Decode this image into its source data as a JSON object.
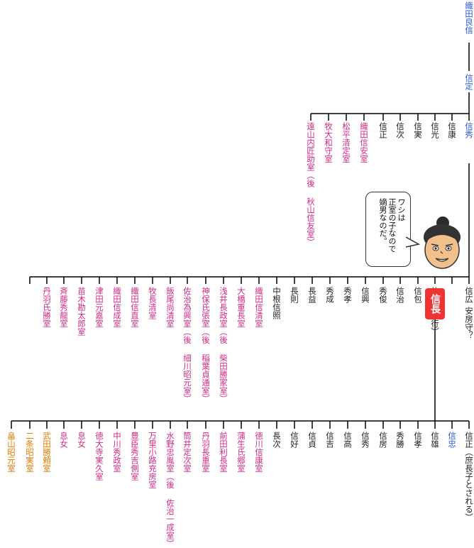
{
  "top_line": [
    {
      "id": "nagatoshi",
      "text": "織田良信",
      "color": "blue"
    },
    {
      "id": "nobusada",
      "text": "信定",
      "color": "blue"
    }
  ],
  "gen_nobuhide_siblings": [
    {
      "text": "信秀",
      "color": "blue"
    },
    {
      "text": "信康",
      "color": "black"
    },
    {
      "text": "信光",
      "color": "black"
    },
    {
      "text": "信実",
      "color": "black"
    },
    {
      "text": "信次",
      "color": "black"
    },
    {
      "text": "信正",
      "color": "black"
    },
    {
      "text": "織田信安室",
      "color": "pink"
    },
    {
      "text": "松平清定室",
      "color": "pink"
    },
    {
      "text": "牧大和守室",
      "color": "pink"
    },
    {
      "text": "遠山内匠助室（後 秋山信友室）",
      "color": "pink"
    }
  ],
  "gen_nobunaga_siblings": [
    {
      "text": "信広",
      "color": "black"
    },
    {
      "text": "安房守？",
      "color": "black"
    },
    {
      "text": "信長",
      "color": "highlight"
    },
    {
      "text": "信勝（信行）",
      "color": "black"
    },
    {
      "text": "信包",
      "color": "black"
    },
    {
      "text": "信治",
      "color": "black"
    },
    {
      "text": "秀俊",
      "color": "black"
    },
    {
      "text": "信興",
      "color": "black"
    },
    {
      "text": "秀孝",
      "color": "black"
    },
    {
      "text": "秀成",
      "color": "black"
    },
    {
      "text": "長益",
      "color": "black"
    },
    {
      "text": "長則",
      "color": "black"
    },
    {
      "text": "中根信照",
      "color": "black"
    },
    {
      "text": "織田信清室",
      "color": "pink"
    },
    {
      "text": "大橋重長室",
      "color": "pink"
    },
    {
      "text": "浅井長政室（後 柴田勝家室）",
      "color": "pink"
    },
    {
      "text": "神保氏張室（後 稲葉貞通室）",
      "color": "pink"
    },
    {
      "text": "佐治為興室（後 細川昭元室）",
      "color": "pink"
    },
    {
      "text": "飯尾尚清室",
      "color": "pink"
    },
    {
      "text": "牧長清室",
      "color": "pink"
    },
    {
      "text": "織田信直室",
      "color": "pink"
    },
    {
      "text": "織田信成室",
      "color": "pink"
    },
    {
      "text": "津田元嘉室",
      "color": "pink"
    },
    {
      "text": "苗木勘太郎室",
      "color": "pink"
    },
    {
      "text": "斉藤秀龍室",
      "color": "pink"
    },
    {
      "text": "丹羽氏勝室",
      "color": "pink"
    }
  ],
  "gen_nobunaga_children": [
    {
      "text": "信正（庶長子とされる）",
      "color": "black"
    },
    {
      "text": "信忠",
      "color": "blue"
    },
    {
      "text": "信雄",
      "color": "black"
    },
    {
      "text": "信孝",
      "color": "black"
    },
    {
      "text": "秀勝",
      "color": "black"
    },
    {
      "text": "信房",
      "color": "black"
    },
    {
      "text": "信秀",
      "color": "black"
    },
    {
      "text": "信高",
      "color": "black"
    },
    {
      "text": "信吉",
      "color": "black"
    },
    {
      "text": "信貞",
      "color": "black"
    },
    {
      "text": "信好",
      "color": "black"
    },
    {
      "text": "長次",
      "color": "black"
    },
    {
      "text": "徳川信康室",
      "color": "pink"
    },
    {
      "text": "蒲生氏郷室",
      "color": "pink"
    },
    {
      "text": "前田利長室",
      "color": "pink"
    },
    {
      "text": "丹羽長重室",
      "color": "pink"
    },
    {
      "text": "筒井定次室",
      "color": "pink"
    },
    {
      "text": "水野忠胤室（後 佐治一成室）",
      "color": "pink"
    },
    {
      "text": "万里小路充房室",
      "color": "pink"
    },
    {
      "text": "豊臣秀吉側室",
      "color": "pink"
    },
    {
      "text": "中川秀政室",
      "color": "pink"
    },
    {
      "text": "徳大寺実久室",
      "color": "pink"
    },
    {
      "text": "息女",
      "color": "pink"
    },
    {
      "text": "息女",
      "color": "pink"
    },
    {
      "text": "武田勝頼室",
      "color": "orange"
    },
    {
      "text": "二条昭実室",
      "color": "orange"
    },
    {
      "text": "畠山昭元室",
      "color": "orange"
    }
  ],
  "speech_bubble": {
    "lines": [
      "ワシは",
      "正室の子なので",
      "嫡男なのだ。"
    ]
  },
  "colors": {
    "black": "#222222",
    "blue": "#2a5bd7",
    "pink": "#d22a86",
    "orange": "#e07a00",
    "highlight": "#e33333",
    "line": "#000000"
  }
}
